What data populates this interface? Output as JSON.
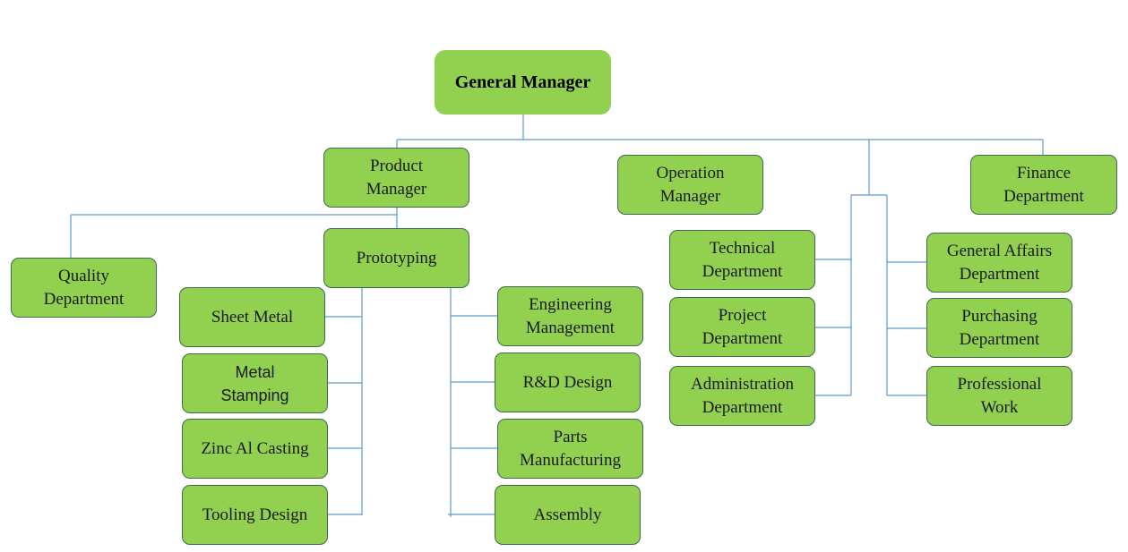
{
  "nodes": {
    "general_manager": "General Manager",
    "product_manager": "Product\nManager",
    "operation_manager": "Operation\nManager",
    "finance_department": "Finance\nDepartment",
    "quality_department": "Quality\nDepartment",
    "prototyping": "Prototyping",
    "sheet_metal": "Sheet  Metal",
    "metal_stamping": "Metal\nStamping",
    "zinc_al_casting": "Zinc Al Casting",
    "tooling_design": "Tooling Design",
    "engineering_management": "Engineering\nManagement",
    "rd_design": "R&D Design",
    "parts_manufacturing": "Parts\nManufacturing",
    "assembly": "Assembly",
    "technical_department": "Technical\nDepartment",
    "project_department": "Project\nDepartment",
    "administration_department": "Administration\nDepartment",
    "general_affairs_department": "General Affairs\nDepartment",
    "purchasing_department": "Purchasing\nDepartment",
    "professional_work": "Professional\nWork"
  },
  "colors": {
    "box_fill": "#92d050",
    "box_border": "#3d6b52",
    "connector": "#5b9bd5"
  }
}
